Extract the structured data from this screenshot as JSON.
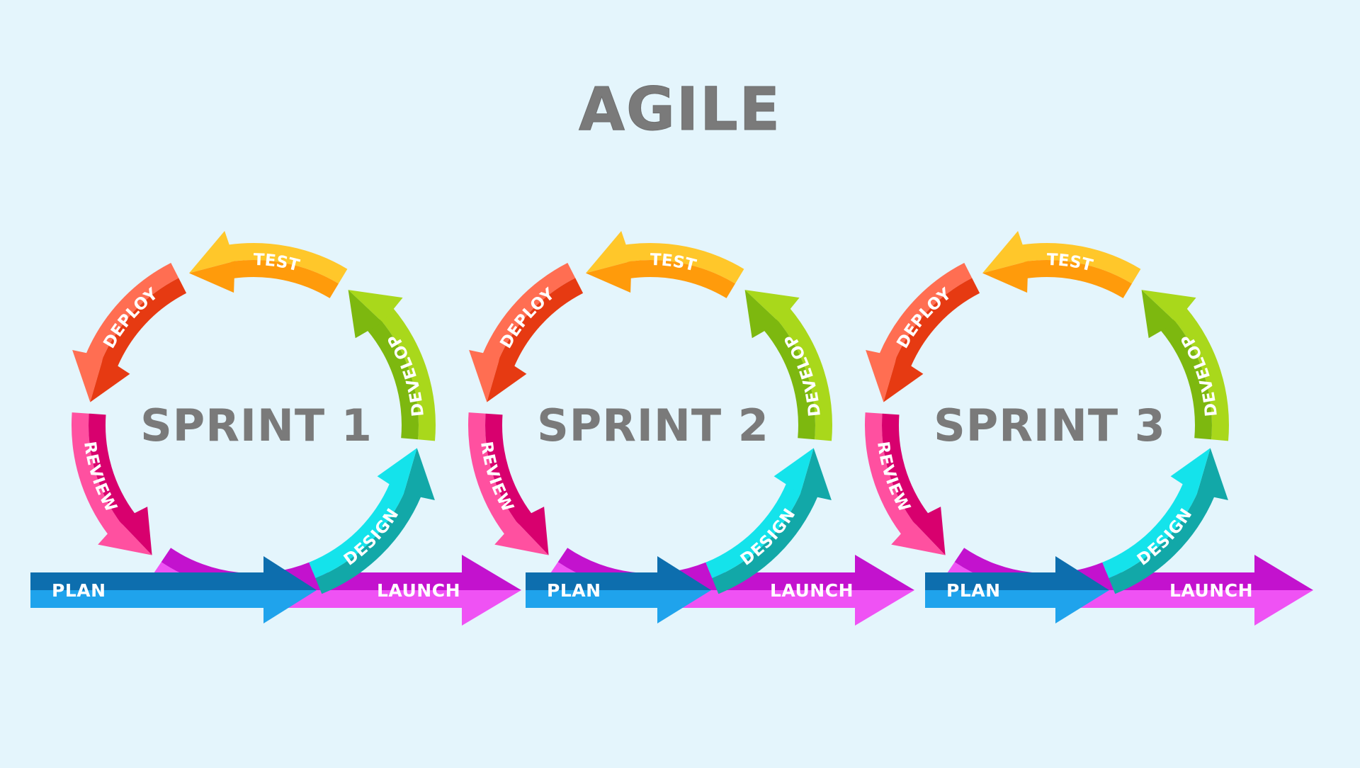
{
  "title": "AGILE",
  "colors": {
    "background": "#E4F5FC",
    "text_gray": "#7A7A7A",
    "label_white": "#FFFFFF",
    "develop": {
      "light": "#A9D81B",
      "dark": "#7DB80F"
    },
    "test": {
      "light": "#FFC72A",
      "dark": "#FF9B0B"
    },
    "deploy": {
      "light": "#FF6E52",
      "dark": "#E63A12"
    },
    "review": {
      "light": "#FF50A0",
      "dark": "#D8006E"
    },
    "launch_curve": {
      "light": "#EF52F4",
      "dark": "#C312CE"
    },
    "design": {
      "light": "#14E3EB",
      "dark": "#12A8A8"
    },
    "plan": {
      "light": "#1FA3EC",
      "dark": "#0D6EAE"
    },
    "launch": {
      "light": "#EF52F4",
      "dark": "#C312CE"
    }
  },
  "sprints": [
    {
      "name": "SPRINT 1",
      "stages": {
        "develop": "DEVELOP",
        "test": "TEST",
        "deploy": "DEPLOY",
        "review": "REVIEW",
        "design": "DESIGN"
      },
      "plan": "PLAN",
      "launch": "LAUNCH"
    },
    {
      "name": "SPRINT 2",
      "stages": {
        "develop": "DEVELOP",
        "test": "TEST",
        "deploy": "DEPLOY",
        "review": "REVIEW",
        "design": "DESIGN"
      },
      "plan": "PLAN",
      "launch": "LAUNCH"
    },
    {
      "name": "SPRINT 3",
      "stages": {
        "develop": "DEVELOP",
        "test": "TEST",
        "deploy": "DEPLOY",
        "review": "REVIEW",
        "design": "DESIGN"
      },
      "plan": "PLAN",
      "launch": "LAUNCH"
    }
  ]
}
